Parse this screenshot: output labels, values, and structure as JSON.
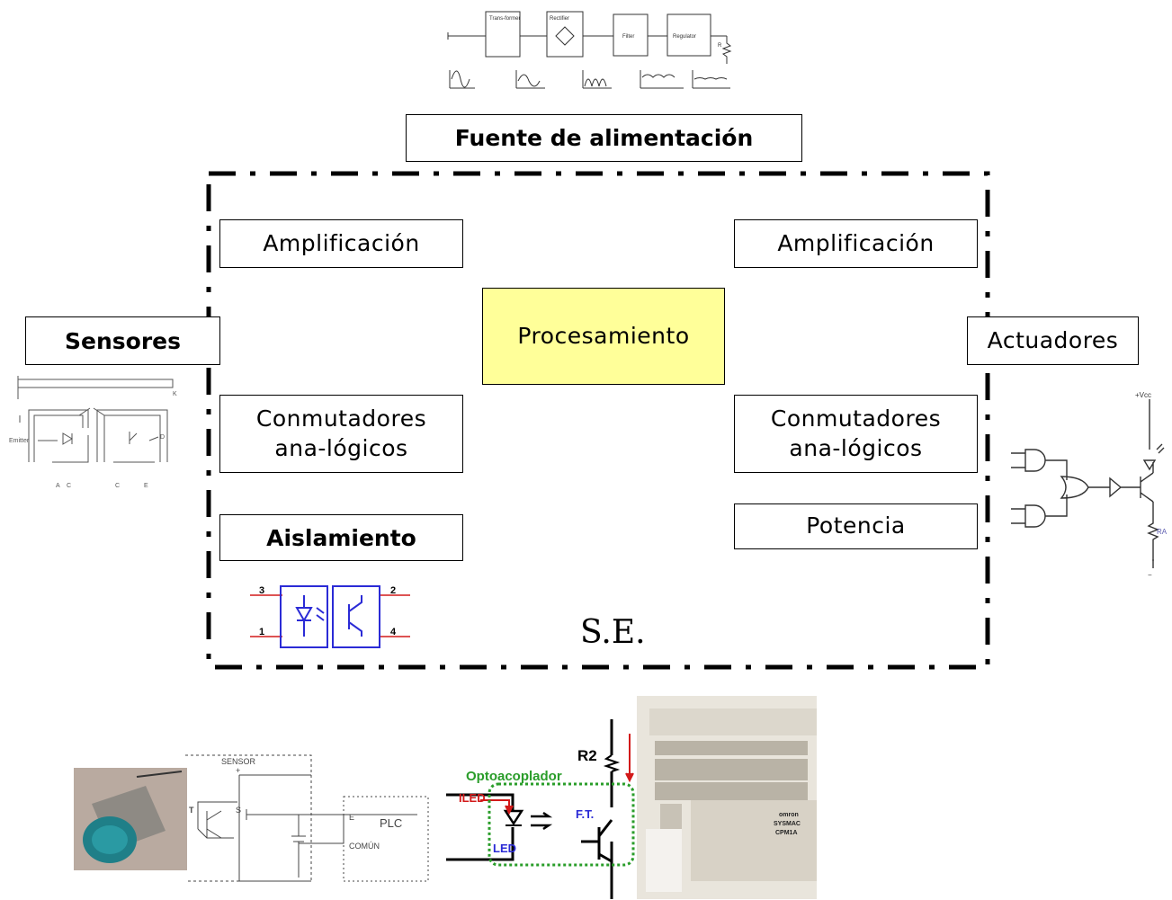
{
  "power_supply": {
    "title": "Fuente de alimentación",
    "block_transformer": "Trans-former",
    "block_rectifier": "Rectifier",
    "block_filter": "Filter",
    "block_regulator": "Regulator",
    "load_label": "R"
  },
  "system": {
    "boundary_label": "S.E.",
    "left_blocks": [
      "Amplificación",
      "Conmutadores ana-lógicos",
      "Aislamiento"
    ],
    "center_block": "Procesamiento",
    "right_blocks": [
      "Amplificación",
      "Conmutadores ana-lógicos",
      "Potencia"
    ]
  },
  "sensores": {
    "label": "Sensores",
    "diagram_labels": [
      "Emitter",
      "D",
      "A",
      "C",
      "C",
      "E",
      "K"
    ]
  },
  "actuadores": {
    "label": "Actuadores",
    "supply": "+Vcc",
    "resistor": "RA",
    "ground": "−"
  },
  "optocoupler_small": {
    "pins": [
      "3",
      "2",
      "1",
      "4"
    ]
  },
  "sensor_plc": {
    "sensor_label": "SENSOR",
    "transistor": "T",
    "plc_label": "PLC",
    "input_e": "E",
    "input_common": "COMÚN",
    "plus": "+",
    "s": "S"
  },
  "optoacoplador": {
    "title": "Optoacoplador",
    "resistor": "R2",
    "phototransistor": "F.T.",
    "current": "ILED",
    "led": "LED"
  },
  "plc_device": {
    "brand": "omron",
    "model_line1": "SYSMAC",
    "model_line2": "CPM1A"
  },
  "colors": {
    "process_fill": "#ffff99",
    "opto_blue": "#2b2bd6",
    "opto_red": "#d21a1a",
    "opto_green": "#2a9d2a"
  }
}
